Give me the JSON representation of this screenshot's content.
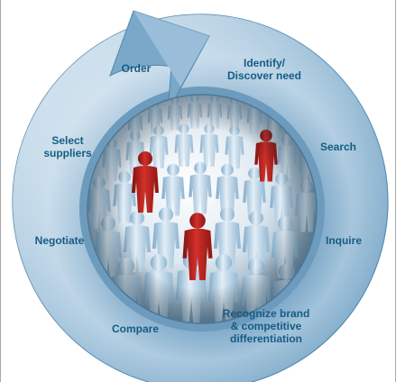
{
  "stages": [
    {
      "id": "identify",
      "label": "Identify/\nDiscover need"
    },
    {
      "id": "search",
      "label": "Search"
    },
    {
      "id": "inquire",
      "label": "Inquire"
    },
    {
      "id": "recognize",
      "label": "Recognize brand\n& competitive\ndifferentiation"
    },
    {
      "id": "compare",
      "label": "Compare"
    },
    {
      "id": "negotiate",
      "label": "Negotiate"
    },
    {
      "id": "select",
      "label": "Select\nsuppliers"
    },
    {
      "id": "order",
      "label": "Order"
    }
  ],
  "colors": {
    "ring_outer": "#8fb7d3",
    "ring_inner_light": "#e3eef6",
    "ring_edge": "#5f93b8",
    "label_text": "#165c84",
    "crowd_figure": "#aecde3",
    "highlight_figure": "#b8201d",
    "sphere_shadow": "#5c7f99"
  }
}
